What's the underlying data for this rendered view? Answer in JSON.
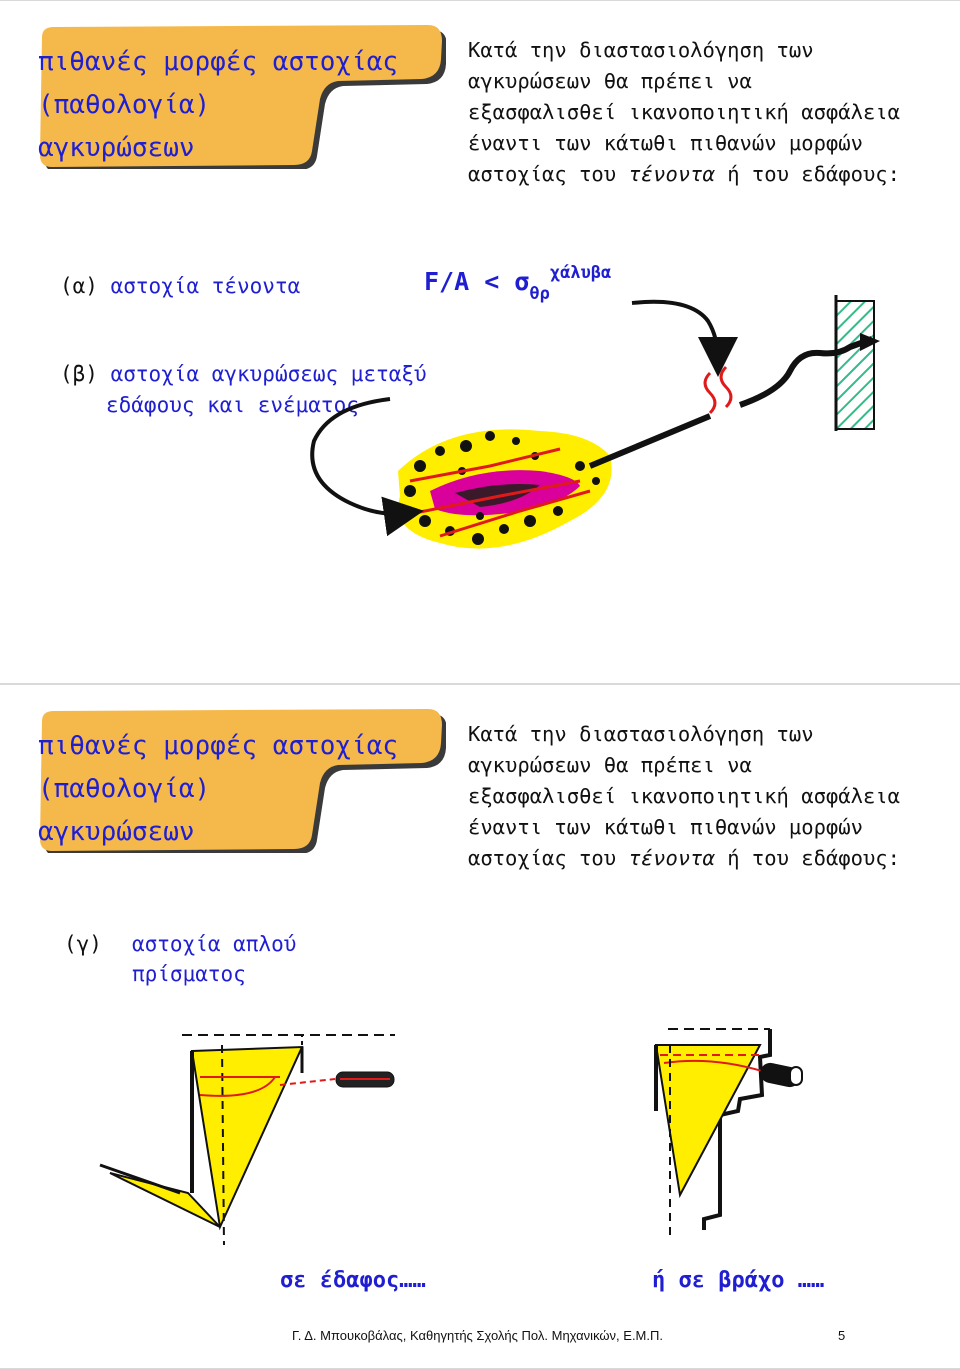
{
  "slide1": {
    "banner": [
      "πιθανές μορφές αστοχίας",
      "(παθολογία)",
      "αγκυρώσεων"
    ],
    "intro": {
      "lines": [
        "Κατά την διαστασιολόγηση των",
        "αγκυρώσεων θα πρέπει να",
        "εξασφαλισθεί ικανοποιητική ασφάλεια",
        "έναντι των κάτωθι πιθανών μορφών"
      ],
      "last_prefix": "αστοχίας του ",
      "last_italic": "τένοντα",
      "last_suffix": " ή του εδάφους:"
    },
    "item_a_marker": "(α)",
    "item_a_text": "αστοχία τένοντα",
    "formula": {
      "main": "F/A < σ",
      "sub": "θρ",
      "sup": "χάλυβα"
    },
    "item_b_marker": "(β)",
    "item_b_lines": [
      "αστοχία αγκυρώσεως μεταξύ",
      "εδάφους και ενέματος"
    ],
    "colors": {
      "blue": "#1f1fd1",
      "banner_fill": "#f5b84a",
      "grout": "#ffee00",
      "tendon_bond": "#d9009b",
      "wall_hatch": "#33bb88"
    }
  },
  "slide2": {
    "banner": [
      "πιθανές μορφές αστοχίας",
      "(παθολογία)",
      "αγκυρώσεων"
    ],
    "intro": {
      "lines": [
        "Κατά την διαστασιολόγηση των",
        "αγκυρώσεων θα πρέπει να",
        "εξασφαλισθεί ικανοποιητική ασφάλεια",
        "έναντι των κάτωθι πιθανών μορφών"
      ],
      "last_prefix": "αστοχίας του ",
      "last_italic": "τένοντα",
      "last_suffix": " ή του εδάφους:"
    },
    "item_c_marker": "(γ)",
    "item_c_lines": [
      "αστοχία απλού",
      "πρίσματος"
    ],
    "caption_soil": "σε έδαφος……",
    "caption_rock": "ή σε βράχο ……"
  },
  "footer": "Γ. Δ. Μπουκοβάλας, Καθηγητής Σχολής Πολ. Μηχανικών, Ε.Μ.Π.",
  "page_number": "5"
}
